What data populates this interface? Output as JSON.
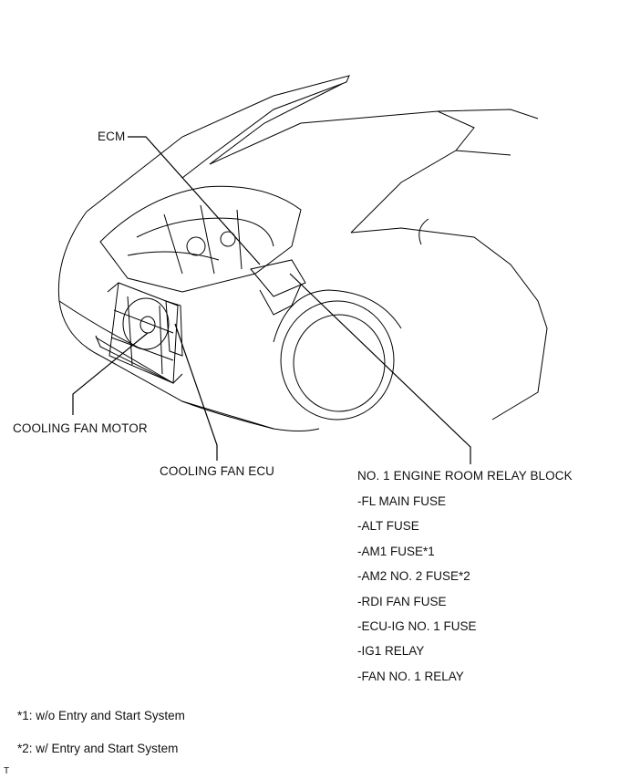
{
  "labels": {
    "ecm": "ECM",
    "cooling_fan_motor": "COOLING FAN MOTOR",
    "cooling_fan_ecu": "COOLING FAN ECU",
    "relay_block": "NO. 1 ENGINE ROOM RELAY BLOCK"
  },
  "relay_block_items": [
    "-FL MAIN FUSE",
    "-ALT FUSE",
    "-AM1 FUSE*1",
    "-AM2 NO. 2 FUSE*2",
    "-RDI FAN FUSE",
    "-ECU-IG NO. 1 FUSE",
    "-IG1 RELAY",
    "-FAN NO. 1 RELAY"
  ],
  "notes": [
    "*1: w/o Entry and Start System",
    "*2: w/ Entry and Start System"
  ],
  "corner_mark": "T"
}
